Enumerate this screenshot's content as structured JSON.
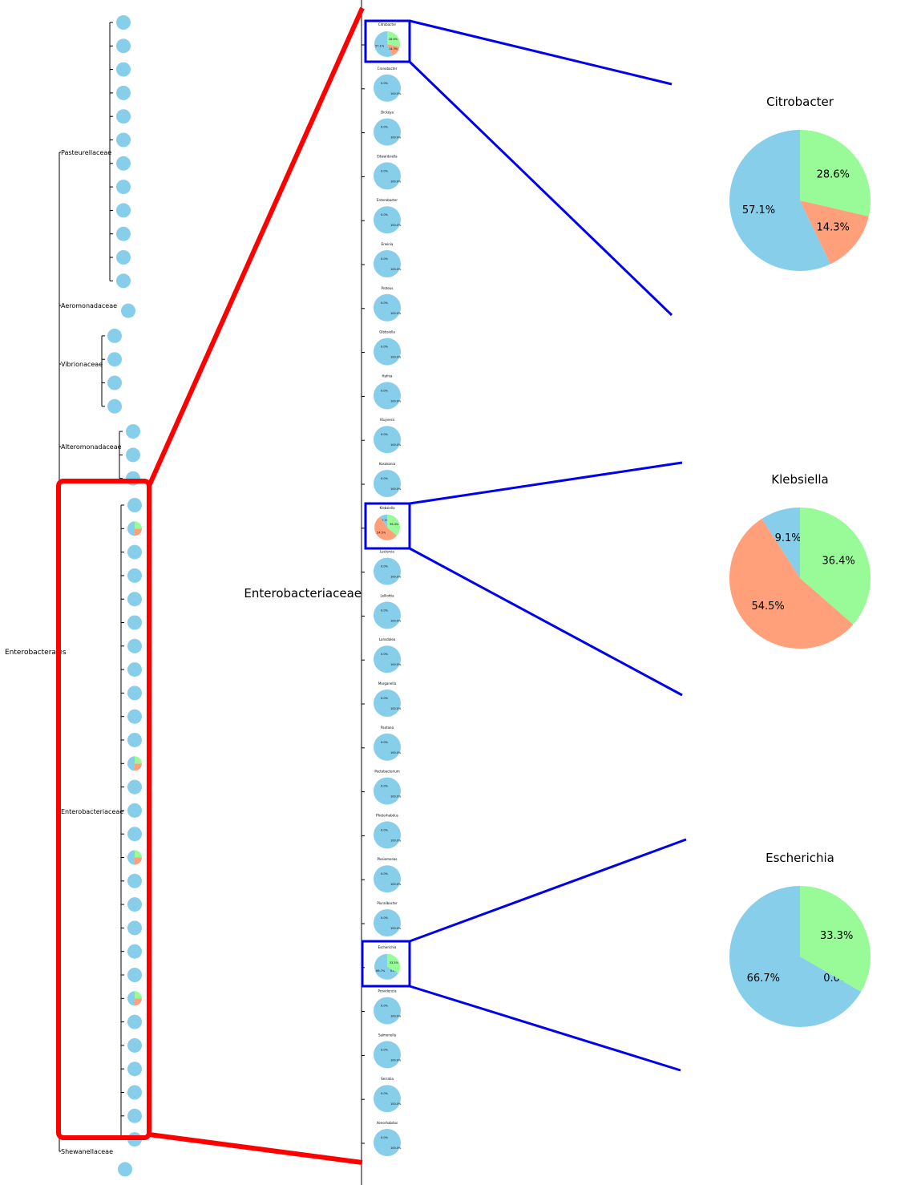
{
  "tree": {
    "root_label": "Enterobacterales",
    "families": [
      {
        "name": "Pasteurellaceae",
        "leaves": 12
      },
      {
        "name": "Aeromonadaceae",
        "leaves": 1
      },
      {
        "name": "Vibrionaceae",
        "leaves": 4
      },
      {
        "name": "Alteromonadaceae",
        "leaves": 3
      },
      {
        "name": "Enterobacteriaceae",
        "leaves": 28
      },
      {
        "name": "Shewanellaceae",
        "leaves": 1
      }
    ],
    "mixed_leaf_indices": [
      1,
      11,
      15,
      21
    ]
  },
  "zoom": {
    "family_label": "Enterobacteriaceae",
    "genera": [
      "Citrobacter",
      "Cronobacter",
      "Dickeya",
      "Edwardsiella",
      "Enterobacter",
      "Erwinia",
      "Proteus",
      "Gibbsiella",
      "Hafnia",
      "Kluyvera",
      "Kosakonia",
      "Klebsiella",
      "Leclercia",
      "Lelliottia",
      "Lonsdalea",
      "Morganella",
      "Pantoea",
      "Pectobacterium",
      "Photorhabdus",
      "Plesiomonas",
      "Pluralibacter",
      "Escherichia",
      "Providencia",
      "Salmonella",
      "Serratia",
      "Xenorhabdus"
    ],
    "default_slice_labels": [
      "0.0%",
      "100.0%"
    ],
    "highlight_indices": [
      0,
      11,
      21
    ]
  },
  "details": [
    {
      "title": "Citrobacter",
      "slices": [
        {
          "value": 57.1,
          "label": "57.1%",
          "color": "#87ceeb"
        },
        {
          "value": 14.3,
          "label": "14.3%",
          "color": "#ffa07a"
        },
        {
          "value": 28.6,
          "label": "28.6%",
          "color": "#98fb98"
        }
      ]
    },
    {
      "title": "Klebsiella",
      "slices": [
        {
          "value": 9.1,
          "label": "9.1%",
          "color": "#87ceeb"
        },
        {
          "value": 54.5,
          "label": "54.5%",
          "color": "#ffa07a"
        },
        {
          "value": 36.4,
          "label": "36.4%",
          "color": "#98fb98"
        }
      ]
    },
    {
      "title": "Escherichia",
      "slices": [
        {
          "value": 66.7,
          "label": "66.7%",
          "color": "#87ceeb"
        },
        {
          "value": 0.0,
          "label": "0.0%",
          "color": "#ffa07a"
        },
        {
          "value": 33.3,
          "label": "33.3%",
          "color": "#98fb98"
        }
      ]
    }
  ],
  "colors": {
    "primary": "#87ceeb",
    "secondary": "#ffa07a",
    "tertiary": "#98fb98",
    "zoom_outline": "#ff0000",
    "detail_connector": "#0000ee",
    "tree_line": "#000000"
  }
}
